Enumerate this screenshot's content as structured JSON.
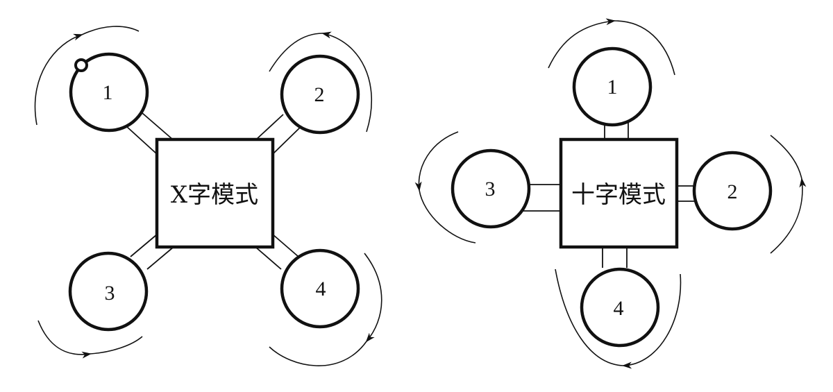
{
  "diagrams": [
    {
      "label": "X字模式",
      "rotors": [
        "1",
        "2",
        "3",
        "4"
      ]
    },
    {
      "label": "十字模式",
      "rotors": [
        "1",
        "2",
        "3",
        "4"
      ]
    }
  ]
}
